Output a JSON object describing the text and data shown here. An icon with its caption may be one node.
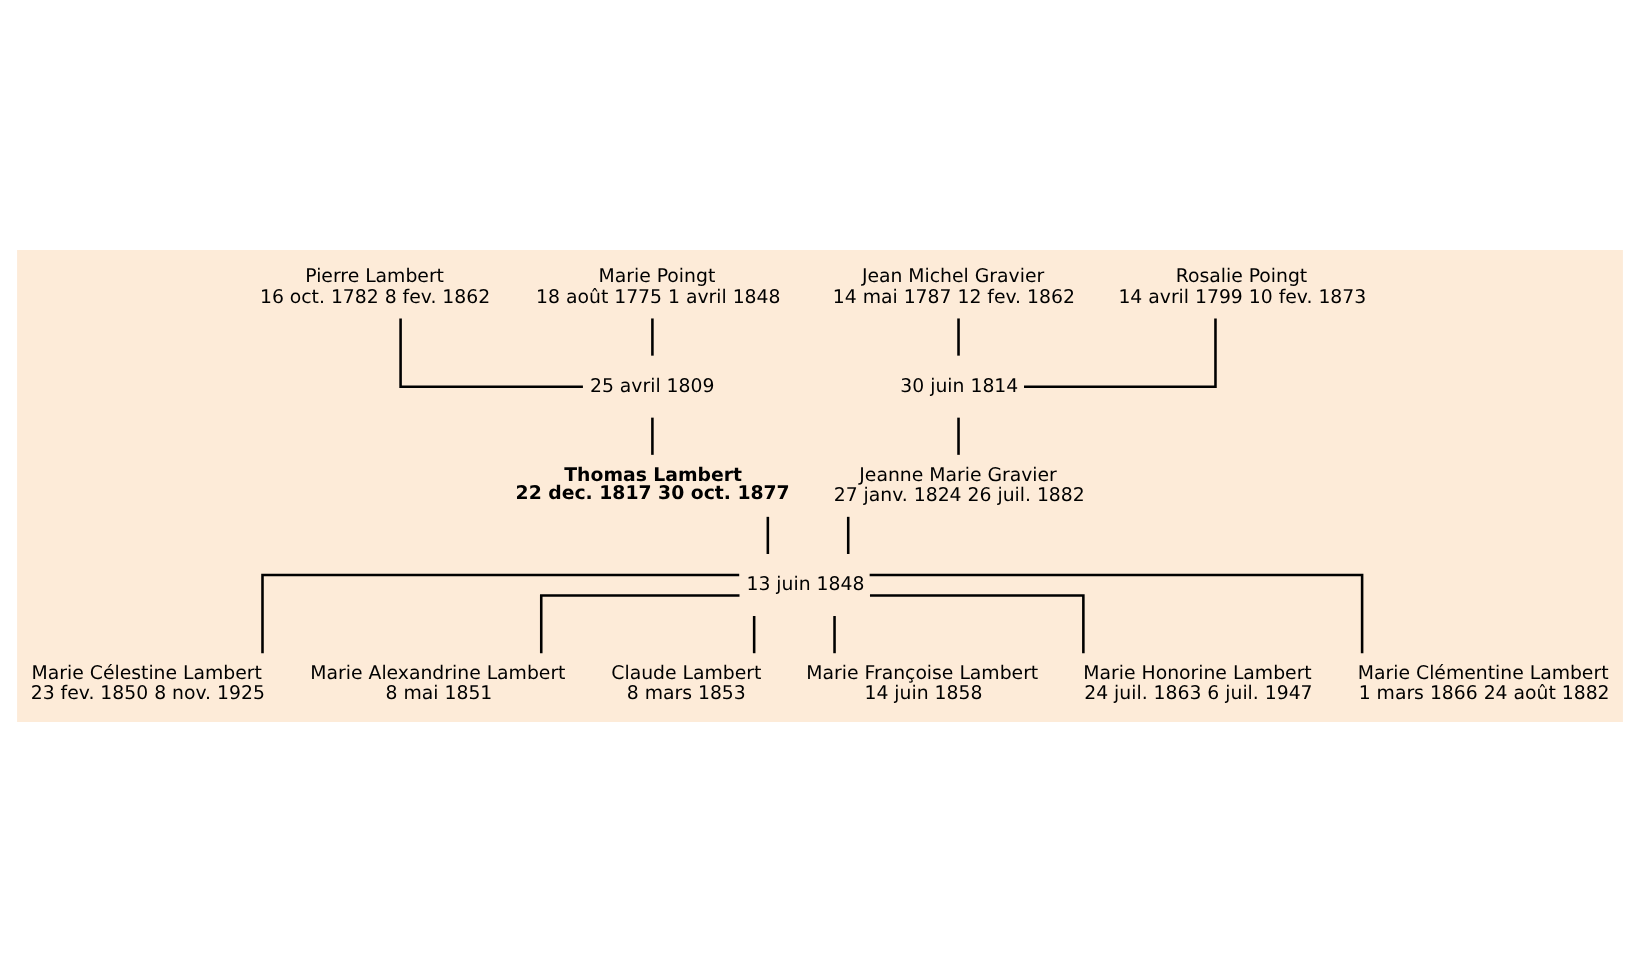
{
  "diagram": {
    "nodes": [
      {
        "text": [
          "Pierre Lambert",
          "16 oct. 1782 8 fev. 1862"
        ]
      },
      {
        "text": [
          "Marie Poingt",
          "18 août 1775 1 avril 1848"
        ]
      },
      {
        "text": [
          "Jean Michel Gravier",
          "14 mai 1787 12 fev. 1862"
        ]
      },
      {
        "text": [
          "Rosalie Poingt",
          "14 avril 1799 10 fev. 1873"
        ]
      },
      {
        "text": [
          "25 avril 1809"
        ]
      },
      {
        "text": [
          "30 juin 1814"
        ]
      },
      {
        "text": [
          "Thomas Lambert",
          "22 dec. 1817 30 oct. 1877"
        ]
      },
      {
        "text": [
          "Jeanne Marie Gravier",
          "27 janv. 1824 26 juil. 1882"
        ]
      },
      {
        "text": [
          "13 juin 1848"
        ]
      },
      {
        "text": [
          "Marie Célestine Lambert",
          "23 fev. 1850 8 nov. 1925"
        ]
      },
      {
        "text": [
          "Marie Alexandrine Lambert",
          "8 mai 1851"
        ]
      },
      {
        "text": [
          "Claude Lambert",
          "8 mars 1853"
        ]
      },
      {
        "text": [
          "Marie Françoise Lambert",
          "14 juin 1858"
        ]
      },
      {
        "text": [
          "Marie Honorine Lambert",
          "24 juil. 1863 6 juil. 1947"
        ]
      },
      {
        "text": [
          "Marie Clémentine Lambert",
          "1 mars 1866 24 août 1882"
        ]
      }
    ],
    "edges": [
      {
        "from": 0,
        "to": 4,
        "arrow": "none"
      },
      {
        "from": 1,
        "to": 4,
        "arrow": "none"
      },
      {
        "from": 2,
        "to": 5,
        "arrow": "none"
      },
      {
        "from": 3,
        "to": 5,
        "arrow": "none"
      },
      {
        "from": 4,
        "to": 6,
        "arrow": "none"
      },
      {
        "from": 5,
        "to": 7,
        "arrow": "none"
      },
      {
        "from": 6,
        "to": 8,
        "arrow": "none"
      },
      {
        "from": 7,
        "to": 8,
        "arrow": "none"
      },
      {
        "from": 8,
        "to": 9,
        "arrow": "none"
      },
      {
        "from": 8,
        "to": 10,
        "arrow": "none"
      },
      {
        "from": 8,
        "to": 11,
        "arrow": "none"
      },
      {
        "from": 8,
        "to": 12,
        "arrow": "none"
      },
      {
        "from": 8,
        "to": 13,
        "arrow": "none"
      },
      {
        "from": 8,
        "to": 14,
        "arrow": "none"
      }
    ]
  }
}
